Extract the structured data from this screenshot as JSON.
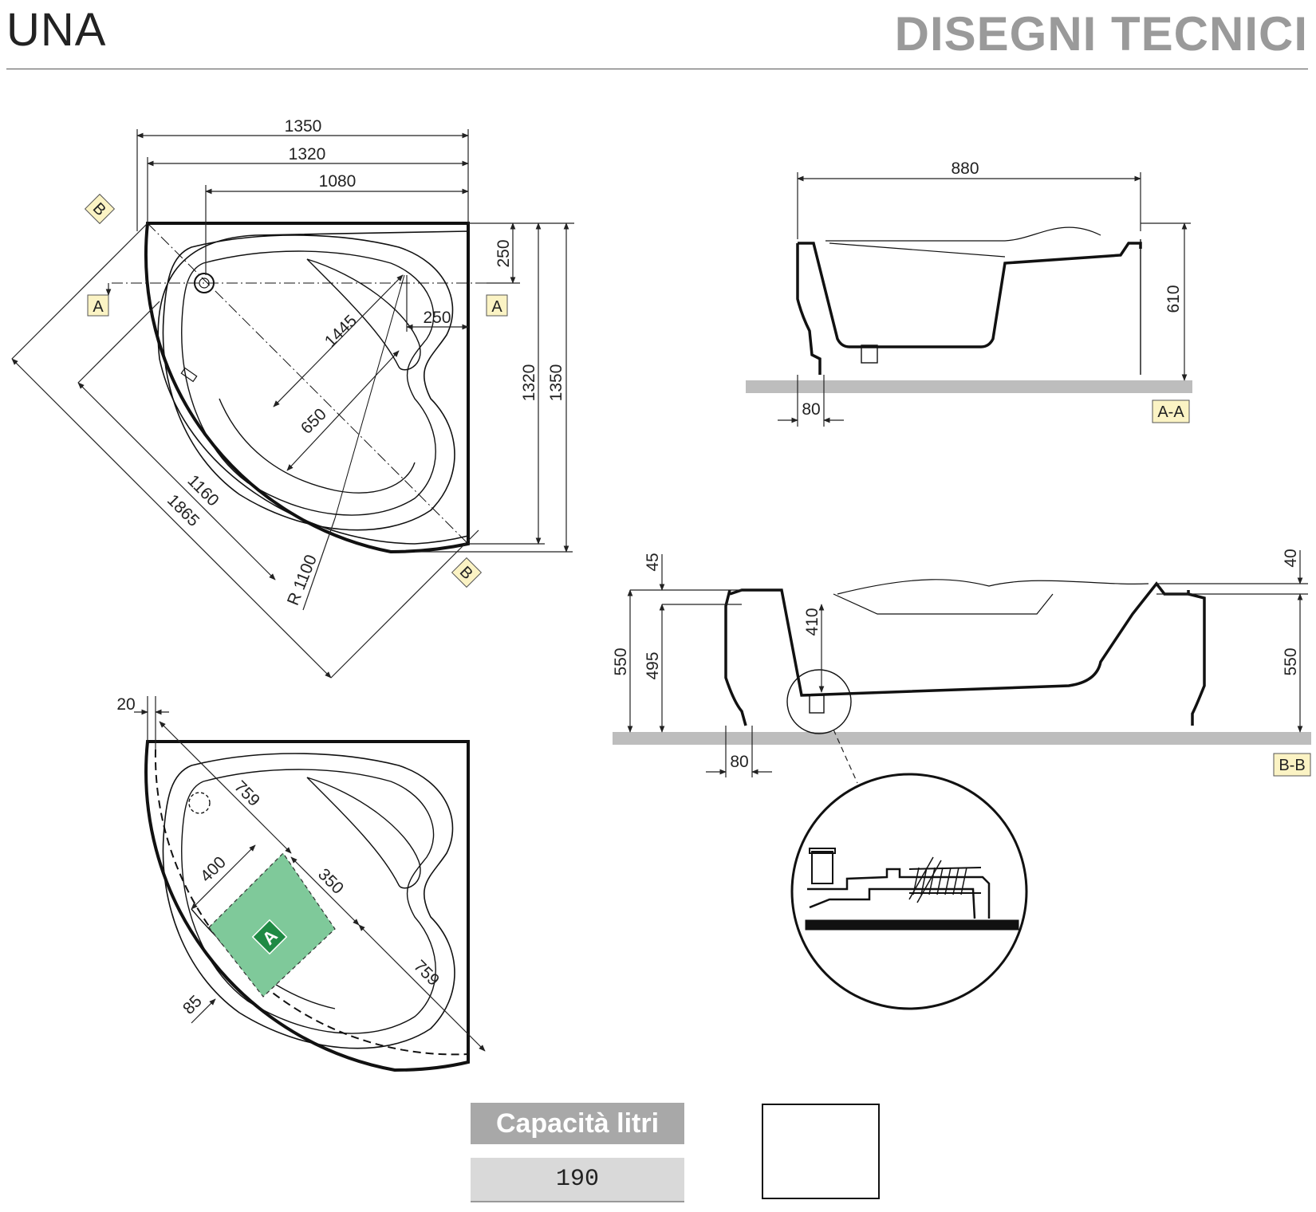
{
  "header": {
    "title": "UNA",
    "section": "DISEGNI TECNICI"
  },
  "plan_top": {
    "dims": {
      "w_1350": "1350",
      "w_1320": "1320",
      "w_1080": "1080",
      "h_250": "250",
      "h_1320": "1320",
      "h_1350": "1350",
      "d_250": "250",
      "d_1445": "1445",
      "d_650": "650",
      "d_1160": "1160",
      "d_1865": "1865",
      "r_1100": "R 1100"
    },
    "markers": {
      "a_left": "A",
      "a_right": "A",
      "b_top": "B",
      "b_bottom": "B"
    }
  },
  "plan_bottom": {
    "dims": {
      "d_20": "20",
      "d_759a": "759",
      "d_400": "400",
      "d_350": "350",
      "d_759b": "759",
      "d_85": "85"
    },
    "zone_label": "A"
  },
  "section_aa": {
    "dims": {
      "w_880": "880",
      "h_610": "610",
      "d_80": "80"
    },
    "tag": "A-A"
  },
  "section_bb": {
    "dims": {
      "d_45": "45",
      "d_40": "40",
      "h_550_left": "550",
      "h_495": "495",
      "d_410": "410",
      "h_550_right": "550",
      "d_80": "80"
    },
    "tag": "B-B"
  },
  "capacity": {
    "label": "Capacità litri",
    "value": "190"
  },
  "legend": {
    "tag": "A"
  },
  "colors": {
    "zone_green": "#7fc99a",
    "tag_fill": "#fbf3c4",
    "floor_gray": "#bdbdbd",
    "legend_green": "#1f8a44"
  }
}
